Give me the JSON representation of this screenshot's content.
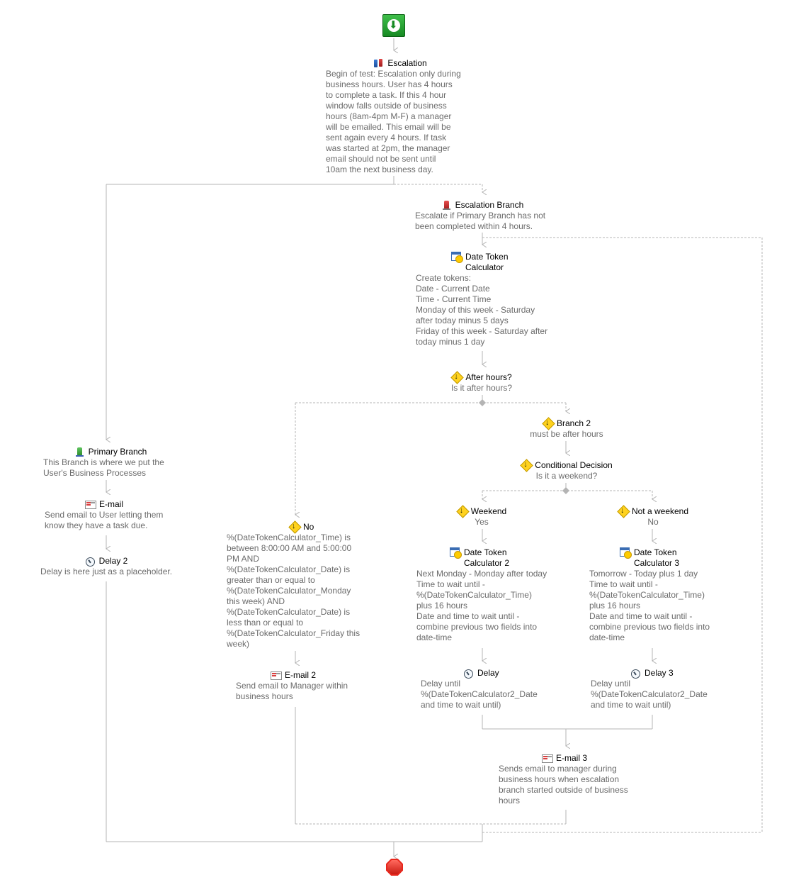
{
  "nodes": {
    "escalation": {
      "title": "Escalation",
      "desc": "Begin of test: Escalation only during\nbusiness hours.  User has 4 hours\nto complete a task.  If this 4 hour\nwindow falls outside of business\nhours (8am-4pm M-F) a manager\nwill be emailed.  This email will be\nsent again every 4 hours.  If task\nwas started at 2pm, the manager\nemail should not be sent until\n10am the next business day.",
      "icon": "escalation-icon"
    },
    "escalation_branch": {
      "title": "Escalation Branch",
      "desc": "Escalate if Primary Branch has not\nbeen completed within 4 hours.",
      "icon": "escalation-branch-icon"
    },
    "date_token_calc": {
      "title": "Date Token\nCalculator",
      "desc": "Create tokens:\nDate - Current Date\nTime - Current Time\nMonday of this week - Saturday\nafter today minus 5 days\nFriday of this week - Saturday after\ntoday minus 1 day",
      "icon": "calculator-icon"
    },
    "after_hours": {
      "title": "After hours?",
      "desc": "Is it after hours?",
      "icon": "decision-icon"
    },
    "branch2": {
      "title": "Branch 2",
      "desc": "must be after hours",
      "icon": "decision-icon"
    },
    "conditional_decision": {
      "title": "Conditional Decision",
      "desc": "Is it a weekend?",
      "icon": "decision-icon"
    },
    "weekend": {
      "title": "Weekend",
      "desc": "Yes",
      "icon": "decision-icon"
    },
    "not_weekend": {
      "title": "Not a weekend",
      "desc": "No",
      "icon": "decision-icon"
    },
    "no": {
      "title": "No",
      "desc": "%(DateTokenCalculator_Time) is\nbetween 8:00:00 AM and 5:00:00\nPM AND\n%(DateTokenCalculator_Date) is\ngreater than or equal to\n%(DateTokenCalculator_Monday\nthis week) AND\n%(DateTokenCalculator_Date) is\nless than or equal to\n%(DateTokenCalculator_Friday this\nweek)",
      "icon": "decision-icon"
    },
    "primary_branch": {
      "title": "Primary Branch",
      "desc": "This Branch is where we put the\nUser's Business Processes",
      "icon": "primary-branch-icon"
    },
    "email": {
      "title": "E-mail",
      "desc": "Send email to User letting them\nknow they have a task due.",
      "icon": "email-icon"
    },
    "delay2": {
      "title": "Delay 2",
      "desc": "Delay is here just as a placeholder.",
      "icon": "delay-icon"
    },
    "email2": {
      "title": "E-mail 2",
      "desc": "Send email to Manager within\nbusiness hours",
      "icon": "email-icon"
    },
    "dtc2": {
      "title": "Date Token\nCalculator 2",
      "desc": "Next Monday - Monday after today\nTime to wait until -\n%(DateTokenCalculator_Time)\nplus 16 hours\nDate and time to wait until -\ncombine previous two fields into\ndate-time",
      "icon": "calculator-icon"
    },
    "dtc3": {
      "title": "Date Token\nCalculator 3",
      "desc": "Tomorrow - Today plus 1 day\nTime to wait until -\n%(DateTokenCalculator_Time)\nplus 16 hours\nDate and time to wait until -\ncombine previous two fields into\ndate-time",
      "icon": "calculator-icon"
    },
    "delay": {
      "title": "Delay",
      "desc": "Delay until\n%(DateTokenCalculator2_Date\nand time to wait until)",
      "icon": "delay-icon"
    },
    "delay3": {
      "title": "Delay 3",
      "desc": "Delay until\n%(DateTokenCalculator2_Date\nand time to wait until)",
      "icon": "delay-icon"
    },
    "email3": {
      "title": "E-mail 3",
      "desc": "Sends email to manager during\nbusiness hours when escalation\nbranch started outside of business\nhours",
      "icon": "email-icon"
    }
  },
  "colors": {
    "connector": "#b4b4b4",
    "description_text": "#6b6b6b",
    "start": "#178a23",
    "end": "#e8261c"
  }
}
